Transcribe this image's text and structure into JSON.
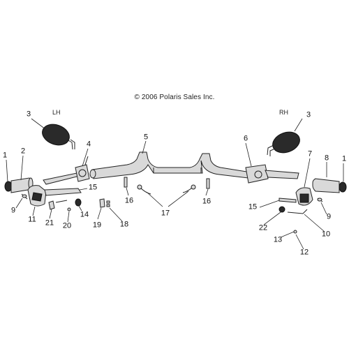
{
  "copyright": "© 2006 Polaris Sales Inc.",
  "side_left": "LH",
  "side_right": "RH",
  "callouts": [
    "1",
    "2",
    "3",
    "4",
    "5",
    "6",
    "7",
    "8",
    "9",
    "10",
    "11",
    "12",
    "13",
    "14",
    "15",
    "16",
    "17",
    "18",
    "19",
    "20",
    "21",
    "22"
  ]
}
